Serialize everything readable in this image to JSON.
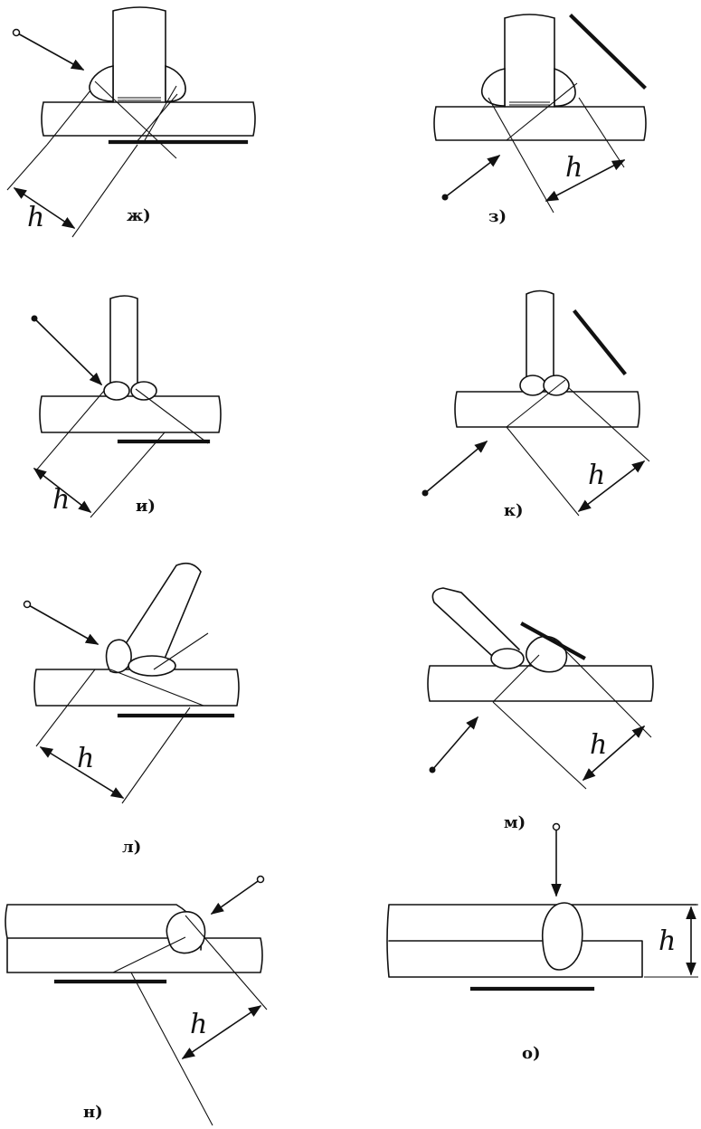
{
  "panels": [
    {
      "id": "zh",
      "caption": "ж)",
      "dim_label": "h"
    },
    {
      "id": "z",
      "caption": "з)",
      "dim_label": "h"
    },
    {
      "id": "i",
      "caption": "и)",
      "dim_label": "h"
    },
    {
      "id": "k",
      "caption": "к)",
      "dim_label": "h"
    },
    {
      "id": "l",
      "caption": "л)",
      "dim_label": "h"
    },
    {
      "id": "m",
      "caption": "м)",
      "dim_label": "h"
    },
    {
      "id": "n",
      "caption": "н)",
      "dim_label": "h"
    },
    {
      "id": "o",
      "caption": "о)",
      "dim_label": "h"
    }
  ]
}
